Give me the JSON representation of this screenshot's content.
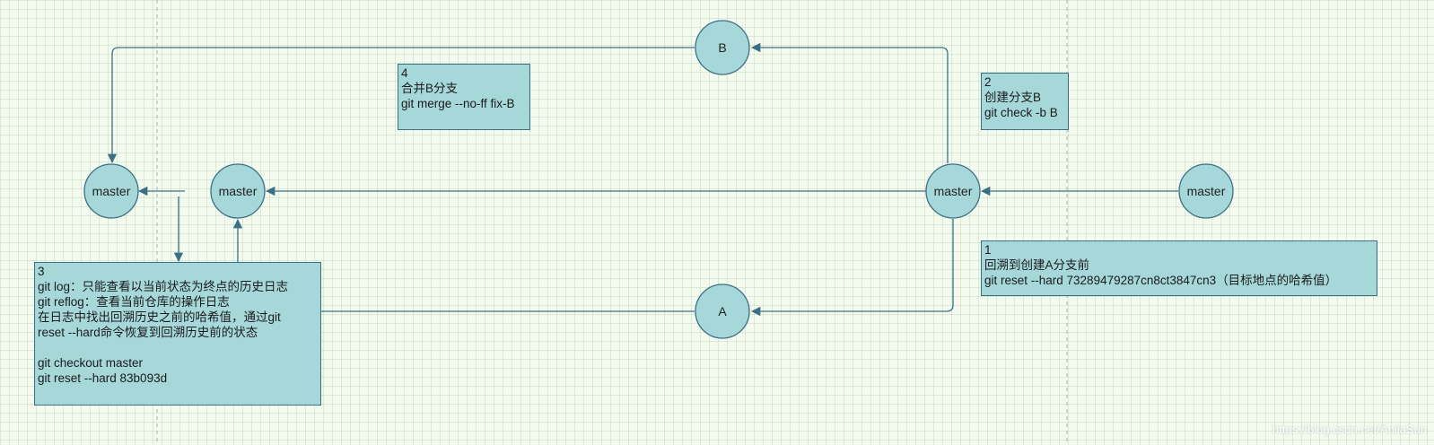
{
  "diagram": {
    "nodes": {
      "master_1": "master",
      "master_2": "master",
      "master_3": "master",
      "master_4": "master",
      "branch_b": "B",
      "branch_a": "A"
    },
    "notes": {
      "step_1": "1\n回溯到创建A分支前\ngit reset --hard 73289479287cn8ct3847cn3（目标地点的哈希值）",
      "step_2": "2\n创建分支B\ngit check -b B",
      "step_3": "3\ngit log：只能查看以当前状态为终点的历史日志\ngit reflog：查看当前仓库的操作日志\n在日志中找出回溯历史之前的哈希值，通过git\nreset --hard命令恢复到回溯历史前的状态\n\ngit checkout master\ngit reset --hard 83b093d",
      "step_4": "4\n合并B分支\ngit merge --no-ff fix-B"
    },
    "watermark": "https://blog.csdn.net/AnilaSun",
    "colors": {
      "fill": "#a6d8da",
      "stroke": "#3c6f86",
      "background": "#f3faee"
    }
  }
}
